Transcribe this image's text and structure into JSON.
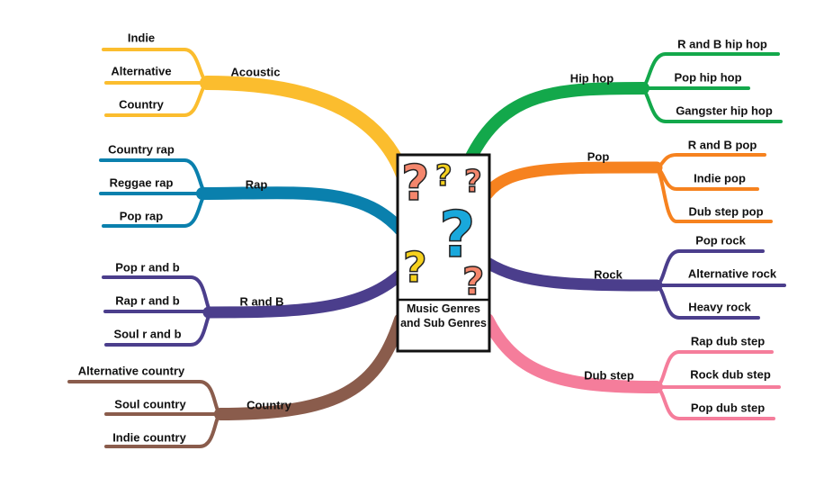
{
  "center": {
    "title": "Music Genres and Sub Genres"
  },
  "colors": {
    "acoustic": "#fbbd2e",
    "rap": "#0a80ad",
    "rnb": "#4b3e8c",
    "country": "#8a5c4c",
    "hiphop": "#13a84b",
    "pop": "#f6821f",
    "rock": "#4b3e8c",
    "dubstep": "#f57d9b"
  },
  "branches": {
    "acoustic": {
      "label": "Acoustic",
      "children": [
        "Indie",
        "Alternative",
        "Country"
      ]
    },
    "rap": {
      "label": "Rap",
      "children": [
        "Country rap",
        "Reggae rap",
        "Pop rap"
      ]
    },
    "rnb": {
      "label": "R and B",
      "children": [
        "Pop r and b",
        "Rap r and b",
        "Soul r and b"
      ]
    },
    "country": {
      "label": "Country",
      "children": [
        "Alternative country",
        "Soul country",
        "Indie country"
      ]
    },
    "hiphop": {
      "label": "Hip hop",
      "children": [
        "R and B  hip hop",
        "Pop hip hop",
        "Gangster hip hop"
      ]
    },
    "pop": {
      "label": "Pop",
      "children": [
        "R and B pop",
        "Indie pop",
        "Dub step pop"
      ]
    },
    "rock": {
      "label": "Rock",
      "children": [
        "Pop rock",
        "Alternative rock",
        "Heavy rock"
      ]
    },
    "dubstep": {
      "label": "Dub step",
      "children": [
        "Rap dub step",
        "Rock dub step",
        "Pop dub step"
      ]
    }
  }
}
